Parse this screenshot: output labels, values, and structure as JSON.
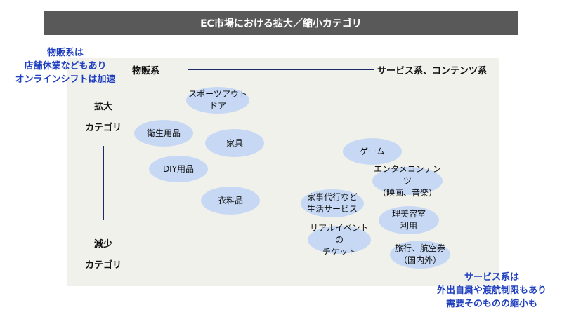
{
  "title": "EC市場における拡大／縮小カテゴリ",
  "notes": {
    "left": "物販系は\n店舗休業などもあり\nオンラインシフトは加速",
    "right": "サービス系は\n外出自粛や渡航制限もあり\n需要そのものの縮小も"
  },
  "axis": {
    "left_label": "物販系",
    "right_label": "サービス系、コンテンツ系",
    "top_label": "拡大\nカテゴリ",
    "bottom_label": "減少\nカテゴリ"
  },
  "categories": [
    {
      "label": "スポーツアウトドア"
    },
    {
      "label": "衛生用品"
    },
    {
      "label": "家具"
    },
    {
      "label": "DIY用品"
    },
    {
      "label": "衣料品"
    },
    {
      "label": "ゲーム"
    },
    {
      "label": "エンタメコンテンツ\n（映画、音楽）"
    },
    {
      "label": "家事代行など\n生活サービス"
    },
    {
      "label": "理美容室\n利用"
    },
    {
      "label": "リアルイベントの\nチケット"
    },
    {
      "label": "旅行、航空券\n（国内外）"
    }
  ]
}
